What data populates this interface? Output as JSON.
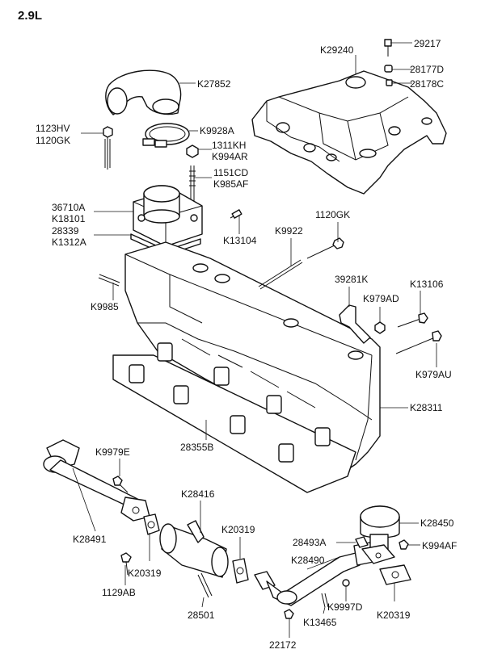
{
  "title": "2.9L",
  "labels": {
    "p29217": "29217",
    "p29240": "K29240",
    "p28177d": "28177D",
    "p28178c": "28178C",
    "p27852": "K27852",
    "p1123hv": "1123HV",
    "p1120gk_a": "1120GK",
    "p9928a": "K9928A",
    "p1311kh": "1311KH",
    "p994ar": "K994AR",
    "p1151cd": "1151CD",
    "p985af": "K985AF",
    "p36710a": "36710A",
    "p18101": "K18101",
    "p28339": "28339",
    "p1312a": "K1312A",
    "p13104": "K13104",
    "p9922": "K9922",
    "p1120gk_b": "1120GK",
    "p39281k": "39281K",
    "p13106": "K13106",
    "p979ad": "K979AD",
    "p9985": "K9985",
    "p979au": "K979AU",
    "p28311": "K28311",
    "p28355b": "28355B",
    "p9979e": "K9979E",
    "p28416": "K28416",
    "p28491": "K28491",
    "p20319_a": "K20319",
    "p20319_b": "K20319",
    "p1129ab": "1129AB",
    "p28501": "28501",
    "p28450": "K28450",
    "p28493a": "28493A",
    "p994af": "K994AF",
    "p28490": "K28490",
    "p9997d": "K9997D",
    "p13465": "K13465",
    "p20319_c": "K20319",
    "p22172": "22172"
  }
}
